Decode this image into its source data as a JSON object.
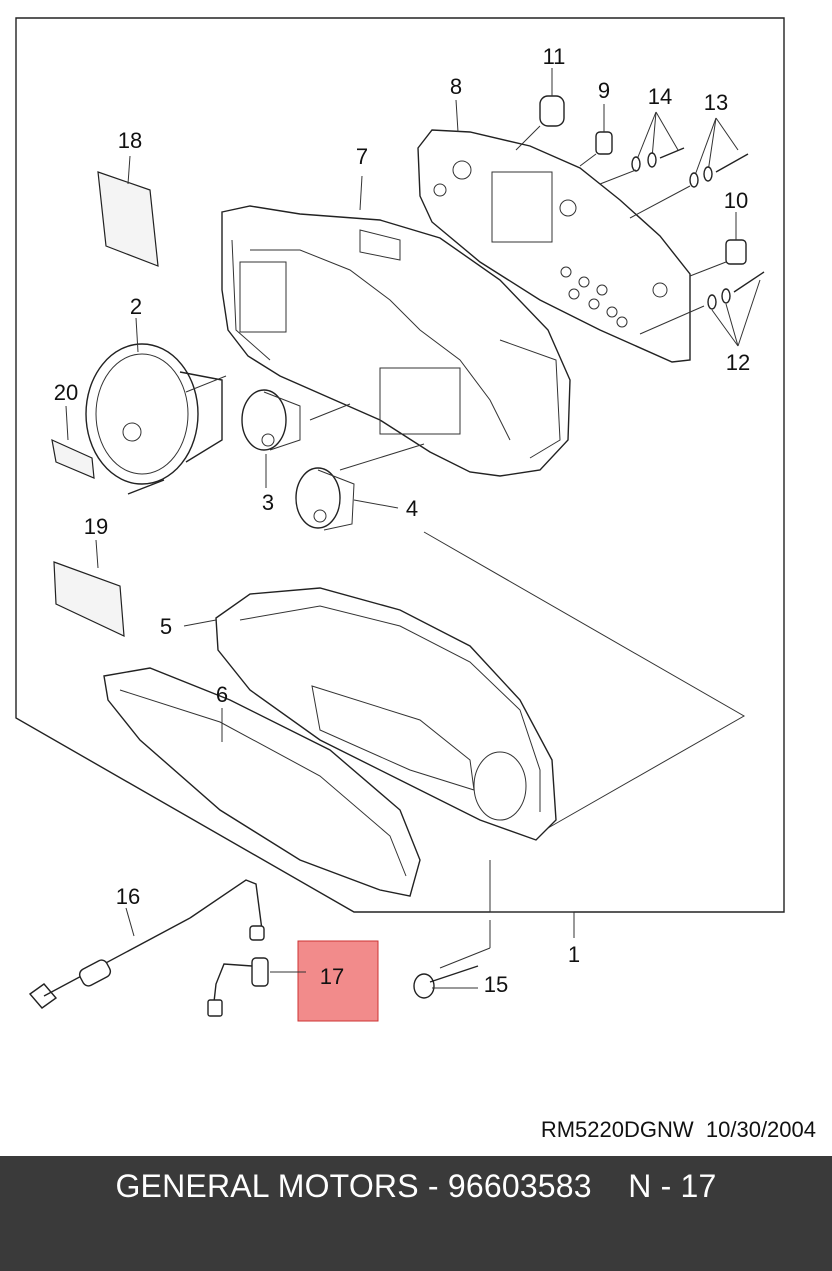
{
  "callouts": {
    "c1": "1",
    "c2": "2",
    "c3": "3",
    "c4": "4",
    "c5": "5",
    "c6": "6",
    "c7": "7",
    "c8": "8",
    "c9": "9",
    "c10": "10",
    "c11": "11",
    "c12": "12",
    "c13": "13",
    "c14": "14",
    "c15": "15",
    "c16": "16",
    "c17": "17",
    "c18": "18",
    "c19": "19",
    "c20": "20"
  },
  "highlight": {
    "part": "17",
    "color": "#f28b8b"
  },
  "doc_ref": {
    "code": "RM5220DGNW",
    "date": "10/30/2004"
  },
  "footer": {
    "brand": "GENERAL MOTORS",
    "part_number": "96603583",
    "position": "N - 17",
    "background": "#3a3a3a"
  }
}
